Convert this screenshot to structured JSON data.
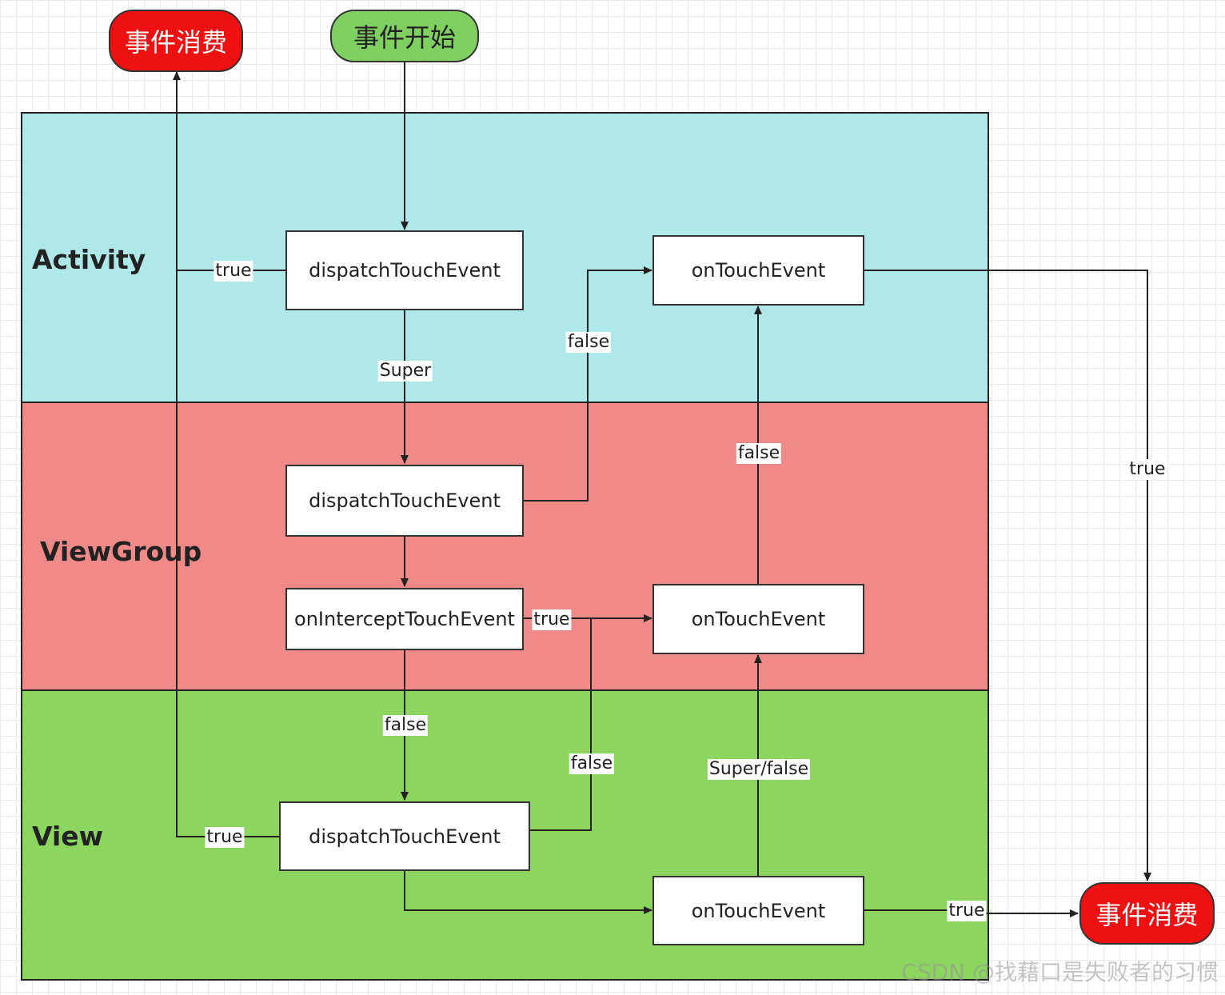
{
  "terminals": {
    "start": "事件开始",
    "consume_top": "事件消费",
    "consume_bottom": "事件消费"
  },
  "lanes": {
    "activity": "Activity",
    "viewgroup": "ViewGroup",
    "view": "View"
  },
  "nodes": {
    "activity_dispatch": "dispatchTouchEvent",
    "activity_ontouch": "onTouchEvent",
    "viewgroup_dispatch": "dispatchTouchEvent",
    "viewgroup_intercept": "onInterceptTouchEvent",
    "viewgroup_ontouch": "onTouchEvent",
    "view_dispatch": "dispatchTouchEvent",
    "view_ontouch": "onTouchEvent"
  },
  "edge_labels": {
    "activity_true": "true",
    "super": "Super",
    "vg_false_up": "false",
    "vg_ontouch_false": "false",
    "activity_ontouch_true": "true",
    "intercept_true": "true",
    "intercept_false": "false",
    "view_dispatch_false": "false",
    "view_super_false": "Super/false",
    "view_true": "true",
    "view_ontouch_true": "true"
  },
  "watermark": "CSDN @找藉口是失败者的习惯",
  "colors": {
    "activity_lane": "#aee8e8",
    "viewgroup_lane": "#ef8a88",
    "view_lane": "#8cd660",
    "terminal_red": "#ee1111",
    "terminal_green": "#7fd060"
  }
}
